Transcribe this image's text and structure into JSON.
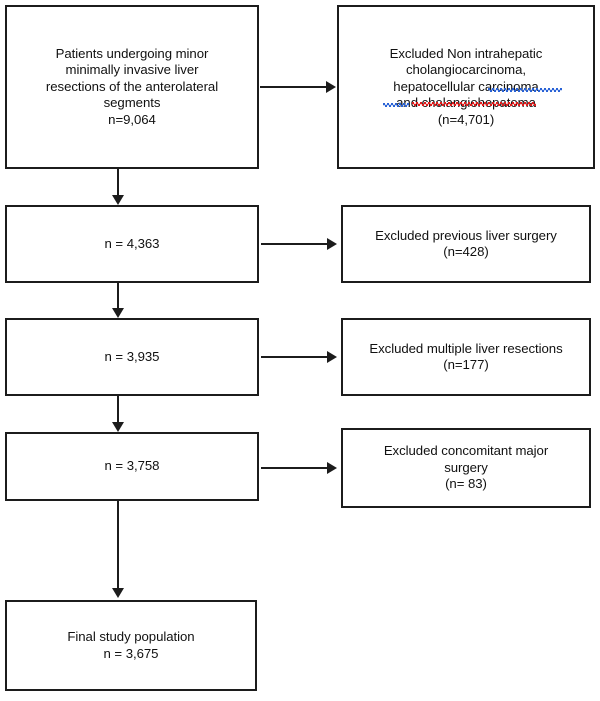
{
  "diagram": {
    "type": "study-flow-chart",
    "title": "Patient selection flow diagram",
    "nodes": {
      "enrolled": {
        "label": "Patients undergoing minor\nminimally invasive liver\nresections of the anterolateral\nsegments\nn=9,064",
        "count": "9,064"
      },
      "excluded_diagnosis": {
        "label": "Excluded Non intrahepatic\ncholangiocarcinoma,\nhepatocellular carcinoma\nand cholangiohepatoma\n(n=4,701)",
        "count": "4,701"
      },
      "after_diagnosis": {
        "label": "n = 4,363",
        "count": "4,363"
      },
      "excluded_previous_surgery": {
        "label": "Excluded previous liver surgery\n(n=428)",
        "count": "428"
      },
      "after_previous_surgery": {
        "label": "n = 3,935",
        "count": "3,935"
      },
      "excluded_multiple_resections": {
        "label": "Excluded multiple liver resections\n(n=177)",
        "count": "177"
      },
      "after_multiple_resections": {
        "label": "n = 3,758",
        "count": "3,758"
      },
      "excluded_concomitant_surgery": {
        "label": "Excluded concomitant major\nsurgery\n(n= 83)",
        "count": "83"
      },
      "final": {
        "label": "Final study population\nn = 3,675",
        "count": "3,675"
      }
    },
    "annotations": {
      "spellcheck_blue_color": "#2a63d6",
      "spellcheck_red_color": "#e01b1b",
      "spellcheck_words": [
        "carcinoma",
        "and",
        "cholangiohepatoma"
      ]
    },
    "style": {
      "border_color": "#1c1c1c",
      "text_color": "#111111",
      "background": "#ffffff"
    }
  }
}
